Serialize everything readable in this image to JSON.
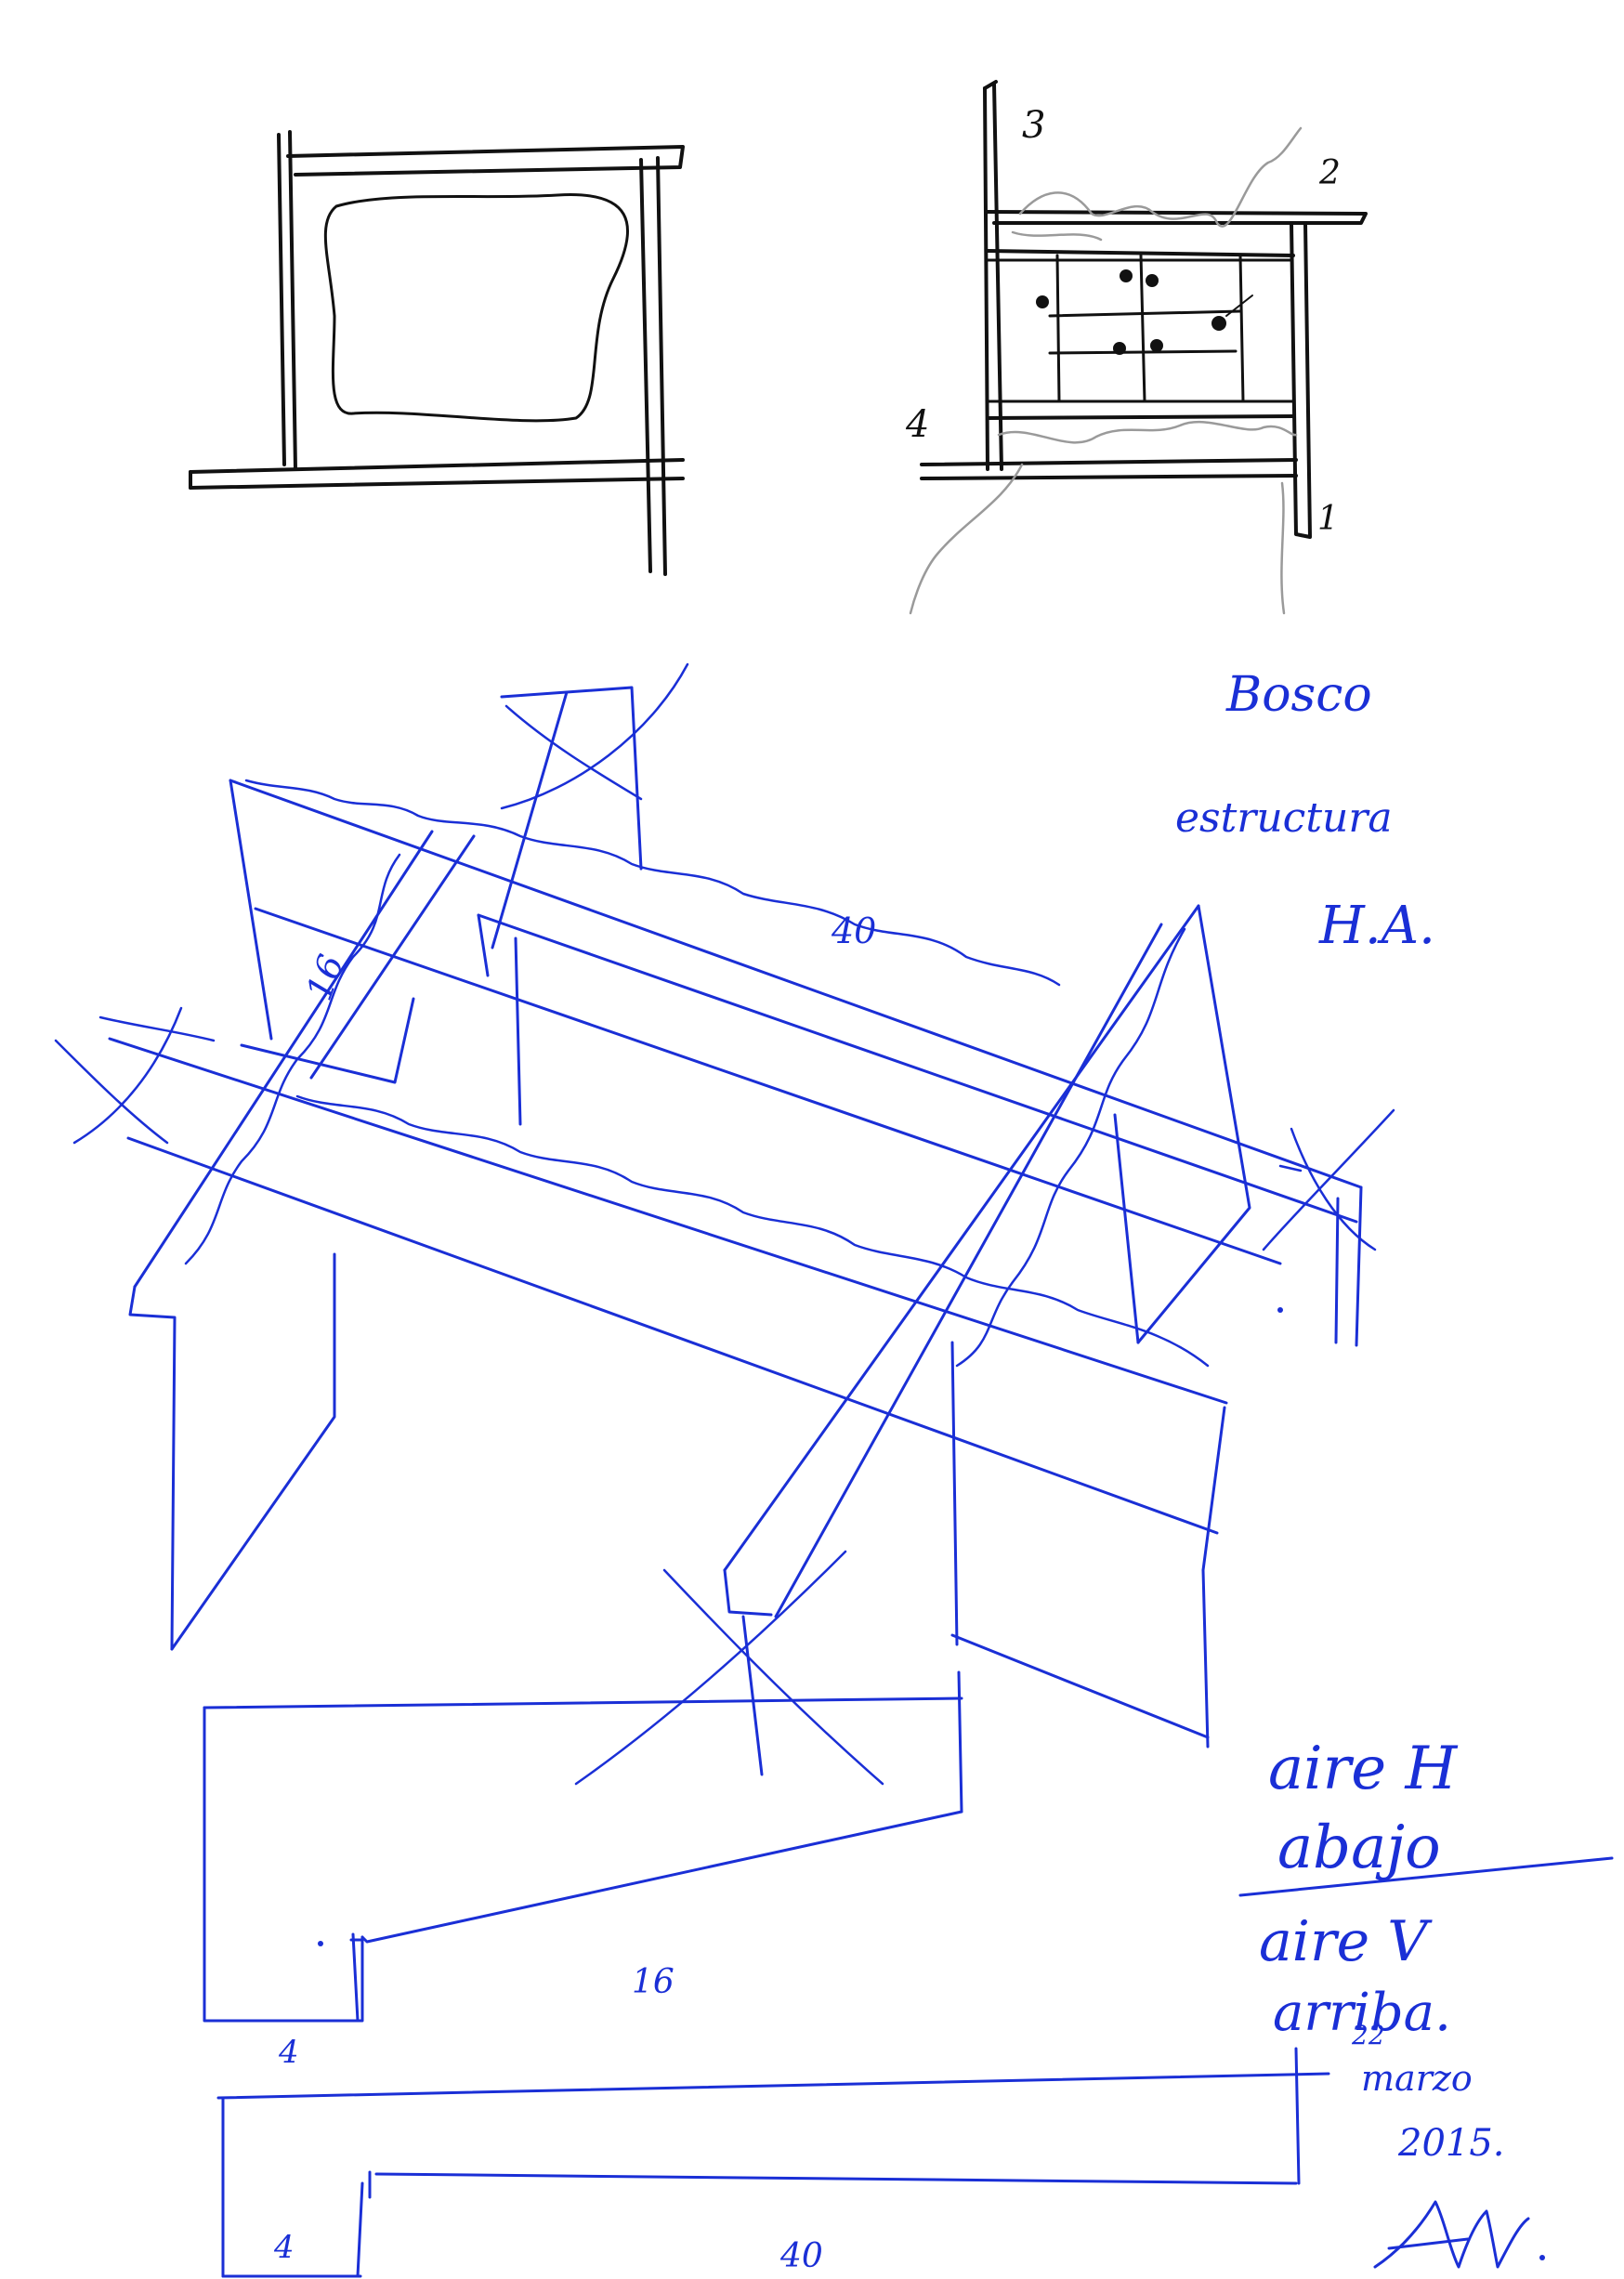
{
  "colors": {
    "black_ink": "#111111",
    "blue_ink": "#1a2fd6",
    "grey_pencil": "#9a9a9a",
    "paper": "#ffffff"
  },
  "sketch_right": {
    "label_1": "1",
    "label_2": "2",
    "label_3": "3",
    "label_4": "4"
  },
  "notes": {
    "project": "Bosco",
    "subtitle": "estructura",
    "material": "H.A.",
    "note_line1": "aire H",
    "note_line2": "abajo",
    "note_line3": "aire V",
    "note_line4": "arriba.",
    "date_day": "22",
    "date_month": "marzo",
    "date_year": "2015.",
    "signature": "AM."
  },
  "dimensions": {
    "axo_long": "40",
    "axo_height": "16",
    "section1_length": "16",
    "section1_width": "4",
    "section2_length": "40",
    "section2_width": "4"
  }
}
